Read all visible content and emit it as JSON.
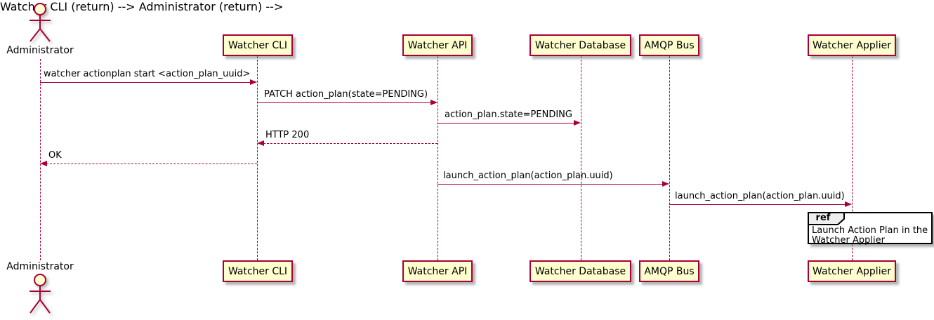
{
  "diagram_type": "uml-sequence",
  "actor": {
    "label": "Administrator"
  },
  "participants": [
    {
      "label": "Watcher CLI"
    },
    {
      "label": "Watcher API"
    },
    {
      "label": "Watcher Database"
    },
    {
      "label": "AMQP Bus"
    },
    {
      "label": "Watcher Applier"
    }
  ],
  "messages": [
    {
      "from": "Administrator",
      "to": "Watcher CLI",
      "label": "watcher actionplan start <action_plan_uuid>",
      "style": "solid"
    },
    {
      "from": "Watcher CLI",
      "to": "Watcher API",
      "label": "PATCH action_plan(state=PENDING)",
      "style": "solid"
    },
    {
      "from": "Watcher API",
      "to": "Watcher Database",
      "label": "action_plan.state=PENDING",
      "style": "solid"
    },
    {
      "from": "Watcher API",
      "to": "Watcher CLI",
      "label": "HTTP 200",
      "style": "dashed"
    },
    {
      "from": "Watcher CLI",
      "to": "Administrator",
      "label": "OK",
      "style": "dashed"
    },
    {
      "from": "Watcher API",
      "to": "AMQP Bus",
      "label": "launch_action_plan(action_plan.uuid)",
      "style": "solid"
    },
    {
      "from": "AMQP Bus",
      "to": "Watcher Applier",
      "label": "launch_action_plan(action_plan.uuid)",
      "style": "solid"
    }
  ],
  "ref": {
    "keyword": "ref",
    "over": "Watcher Applier",
    "text": "Launch Action Plan in the\nWatcher Applier"
  },
  "colors": {
    "background": "#FFFFFF",
    "participant_fill": "#FEFECE",
    "border": "#A80036",
    "line": "#A80036",
    "text": "#000000",
    "ref_border": "#000000",
    "ref_tab_fill": "#EEEEEE"
  }
}
